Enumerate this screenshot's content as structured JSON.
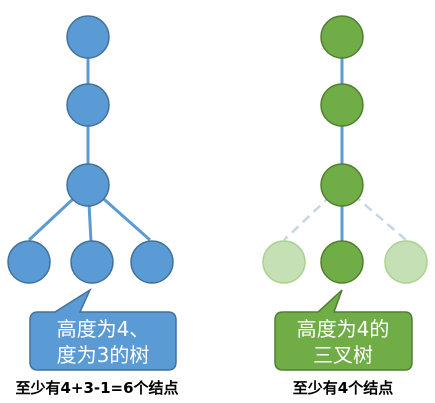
{
  "left_tree": {
    "callout_line1": "高度为4、",
    "callout_line2": "度为3的树",
    "caption": "至少有4+3-1=6个结点",
    "node_fill": "#5b9bd5",
    "node_stroke": "#41719c"
  },
  "right_tree": {
    "callout_line1": "高度为4的",
    "callout_line2": "三叉树",
    "caption": "至少有4个结点",
    "node_fill": "#70ad47",
    "node_stroke": "#507e32",
    "ghost_fill": "#c5e0b4",
    "ghost_stroke": "#a9d18e"
  },
  "colors": {
    "edge_solid": "#5b9bd5",
    "edge_dashed": "#c7d6e3"
  }
}
